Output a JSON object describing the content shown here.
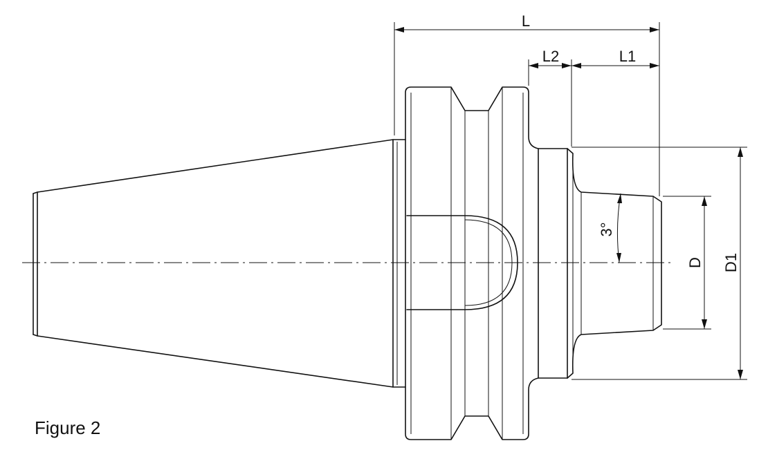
{
  "dimensions": {
    "L": "L",
    "L1": "L1",
    "L2": "L2",
    "D": "D",
    "D1": "D1",
    "angle": "3°"
  },
  "caption": "Figure 2"
}
